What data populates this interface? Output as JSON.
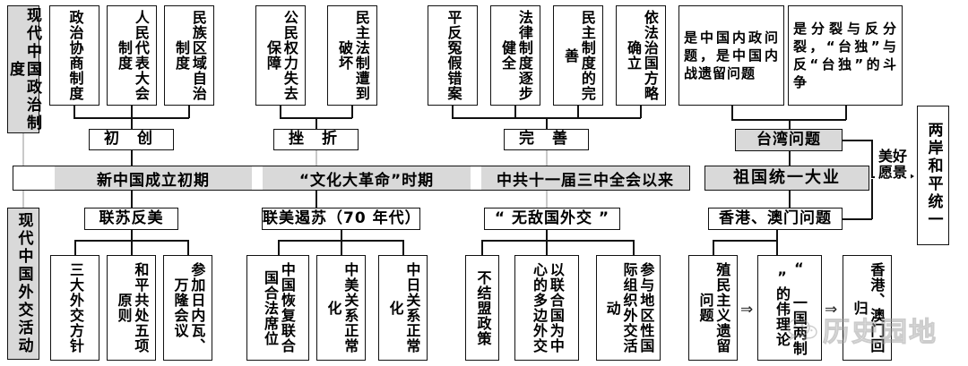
{
  "meta": {
    "title": "现代中国政治制度与外交活动结构图",
    "accent": "#d9d9d9",
    "line_color": "#111111"
  },
  "side_labels": {
    "politics": "现代中国政治制度",
    "diplomacy": "现代中国外交活动"
  },
  "politics": {
    "stages": [
      {
        "stage_label": "初  创",
        "items": [
          "政治协商制度",
          "人民代表大会制度",
          "民族区域自治制度"
        ]
      },
      {
        "stage_label": "挫  折",
        "items": [
          "公民权力失去保障",
          "民主法制遭到破坏"
        ]
      },
      {
        "stage_label": "完  善",
        "items": [
          "平反冤假错案",
          "法律制度逐步健全",
          "民主制度的完善",
          "依法治国方略确立"
        ]
      }
    ]
  },
  "timeline": {
    "segments": [
      "新中国成立初期",
      "“文化大革命”时期",
      "中共十一届三中全会以来"
    ]
  },
  "diplomacy": {
    "groups": [
      {
        "group_label": "联苏反美",
        "items": [
          "三大外交方针",
          "和平共处五项原则",
          "参加日内瓦、万隆会议"
        ]
      },
      {
        "group_label": "联美遏苏（70 年代）",
        "items": [
          "中国恢复联合国合法席位",
          "中美关系正常化",
          "中日关系正常化"
        ]
      },
      {
        "group_label": "“ 无敌国外交 ”",
        "items": [
          "不结盟政策",
          "以联合国为中心的多边外交",
          "参与地区性国际组织外交活动"
        ]
      }
    ]
  },
  "reunification": {
    "center_label": "祖国统一大业",
    "taiwan": {
      "label": "台湾问题",
      "points": [
        "是中国内政问题，是中国内战遗留问题",
        "是分裂与反分裂，“台独”与反“台独”的斗争"
      ]
    },
    "hkmacau": {
      "label": "香港、澳门问题",
      "chain": [
        "殖民主义遗留问题",
        "“ 一国两制 ”的伟理论",
        "香港、澳门回归"
      ],
      "arrow_glyph": "⇒"
    },
    "vision_label": "美好愿景",
    "outcome": "两岸和平统一"
  },
  "watermark": {
    "text": "历史园地",
    "icon": "wechat-icon"
  }
}
